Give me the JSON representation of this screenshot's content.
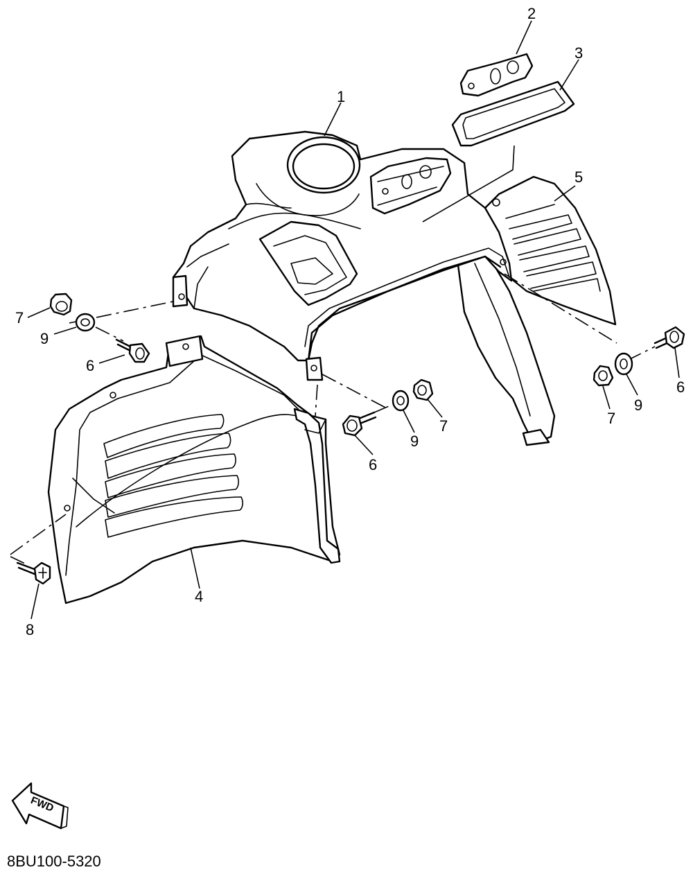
{
  "diagram": {
    "code": "8BU100-5320",
    "fwd_label": "FWD",
    "callouts": [
      {
        "id": "c1",
        "text": "1"
      },
      {
        "id": "c2",
        "text": "2"
      },
      {
        "id": "c3",
        "text": "3"
      },
      {
        "id": "c4",
        "text": "4"
      },
      {
        "id": "c5",
        "text": "5"
      },
      {
        "id": "c6a",
        "text": "6"
      },
      {
        "id": "c6b",
        "text": "6"
      },
      {
        "id": "c6c",
        "text": "6"
      },
      {
        "id": "c7a",
        "text": "7"
      },
      {
        "id": "c7b",
        "text": "7"
      },
      {
        "id": "c7c",
        "text": "7"
      },
      {
        "id": "c8",
        "text": "8"
      },
      {
        "id": "c9a",
        "text": "9"
      },
      {
        "id": "c9b",
        "text": "9"
      },
      {
        "id": "c9c",
        "text": "9"
      }
    ]
  }
}
